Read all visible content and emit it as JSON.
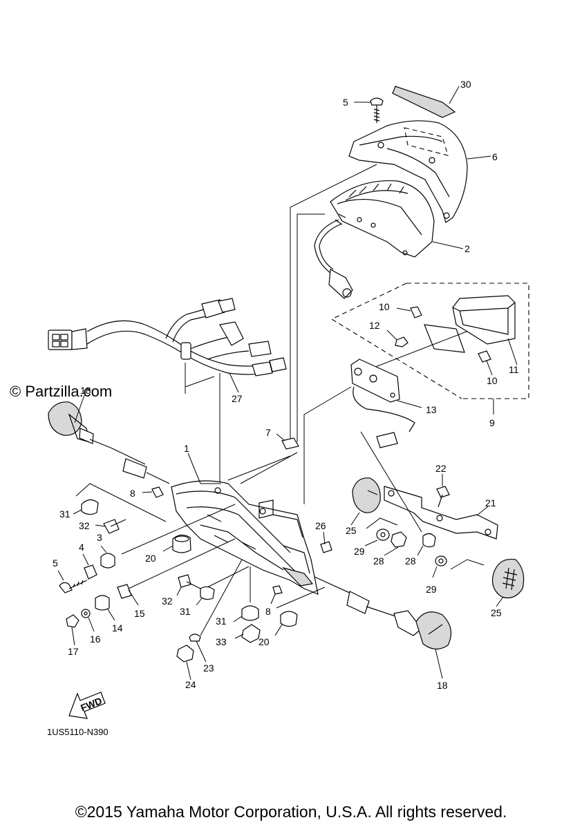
{
  "watermark": "© Partzilla.com",
  "diagram_code": "1US5110-N390",
  "fwd_label": "FWD",
  "copyright": "©2015 Yamaha Motor Corporation, U.S.A. All rights reserved.",
  "callouts": {
    "c30": "30",
    "c5a": "5",
    "c6": "6",
    "c2": "2",
    "c10a": "10",
    "c12": "12",
    "c11": "11",
    "c10b": "10",
    "c13": "13",
    "c9": "9",
    "c27": "27",
    "c18a": "18",
    "c7": "7",
    "c1": "1",
    "c8a": "8",
    "c31a": "31",
    "c32a": "32",
    "c3": "3",
    "c20a": "20",
    "c4": "4",
    "c5b": "5",
    "c26": "26",
    "c25a": "25",
    "c22": "22",
    "c21": "21",
    "c29a": "29",
    "c28a": "28",
    "c28b": "28",
    "c29b": "29",
    "c25b": "25",
    "c15": "15",
    "c14": "14",
    "c16": "16",
    "c17": "17",
    "c32b": "32",
    "c31b": "31",
    "c8b": "8",
    "c31c": "31",
    "c33": "33",
    "c20b": "20",
    "c23": "23",
    "c24": "24",
    "c18b": "18"
  }
}
